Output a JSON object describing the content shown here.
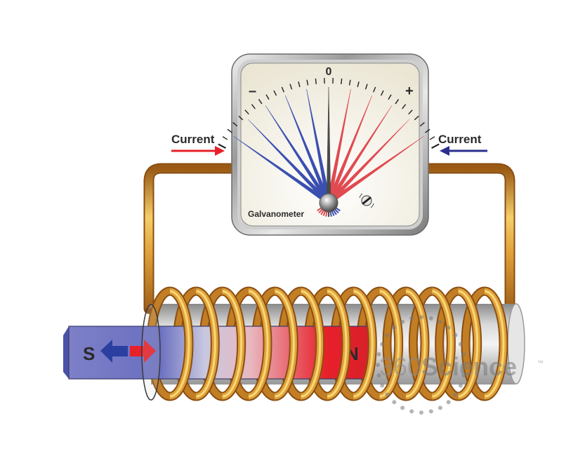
{
  "diagram": {
    "galvanometer": {
      "label": "Galvanometer",
      "zero_label": "0",
      "minus_label": "–",
      "plus_label": "+",
      "negative_deflections": 5,
      "positive_deflections": 5
    },
    "current_left": {
      "label": "Current",
      "direction": "right",
      "color": "#e8202a"
    },
    "current_right": {
      "label": "Current",
      "direction": "left",
      "color": "#2a2f8f"
    },
    "magnet": {
      "south_label": "S",
      "north_label": "N",
      "motion_arrows": [
        "left",
        "right"
      ]
    },
    "coil": {
      "turns": 13
    },
    "watermark": {
      "text_numeric": "360",
      "text_word": "Science",
      "tm": "™"
    },
    "colors": {
      "copper": "#d8922a",
      "copper_dark": "#a0601a",
      "copper_light": "#f6d070",
      "needle_negative": "#3b4fb0",
      "needle_positive": "#e04a50",
      "magnet_south": "#6a6fc0",
      "magnet_north": "#e8202a"
    }
  }
}
